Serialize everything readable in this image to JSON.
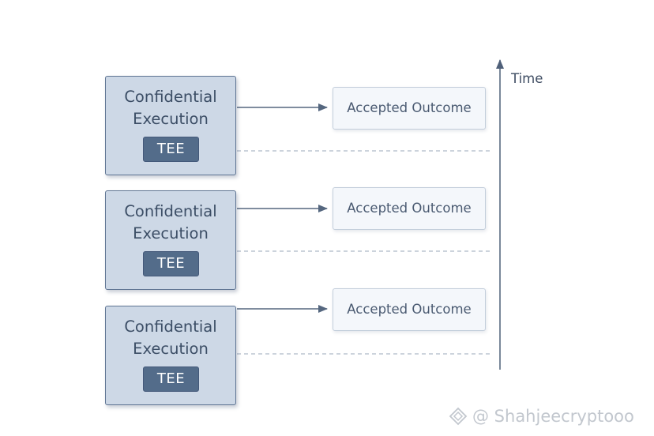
{
  "rows": [
    {
      "execution_title_line1": "Confidential",
      "execution_title_line2": "Execution",
      "tee_label": "TEE",
      "outcome_label": "Accepted Outcome"
    },
    {
      "execution_title_line1": "Confidential",
      "execution_title_line2": "Execution",
      "tee_label": "TEE",
      "outcome_label": "Accepted Outcome"
    },
    {
      "execution_title_line1": "Confidential",
      "execution_title_line2": "Execution",
      "tee_label": "TEE",
      "outcome_label": "Accepted Outcome"
    }
  ],
  "time_axis": {
    "label": "Time"
  },
  "watermark": {
    "text": "@ Shahjeecryptooo"
  },
  "colors": {
    "execution_fill": "#cdd8e6",
    "execution_border": "#5f7593",
    "tee_fill": "#536c8a",
    "outcome_fill": "#f4f7fb",
    "outcome_border": "#c3cedb",
    "arrow": "#55677f",
    "dashed_line": "#9aa7b8"
  }
}
